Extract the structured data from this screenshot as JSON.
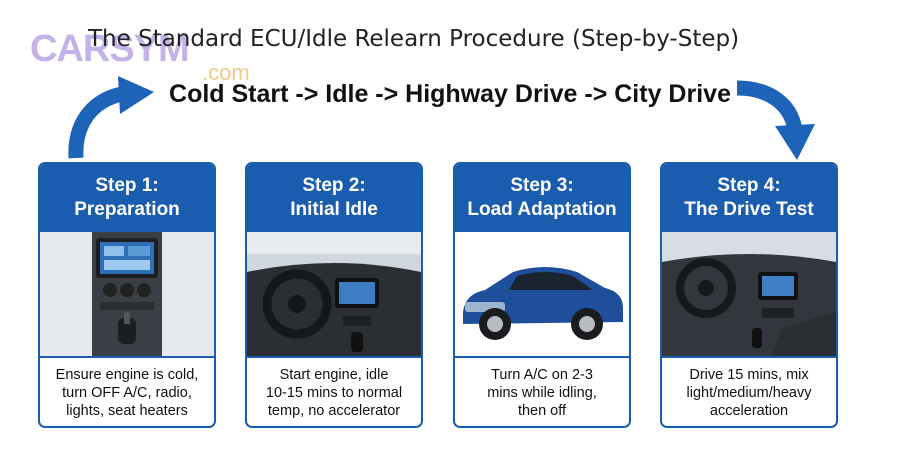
{
  "logo": {
    "text_main": "CARSYM",
    "text_sub": ".com"
  },
  "title": "The Standard ECU/Idle Relearn Procedure (Step-by-Step)",
  "sequence": "Cold Start -> Idle -> Highway Drive -> City Drive",
  "steps": [
    {
      "step": "Step 1:",
      "name": "Preparation",
      "image": "center-console",
      "lines": [
        "Ensure engine is cold,",
        "turn OFF A/C, radio,",
        "lights, seat heaters"
      ]
    },
    {
      "step": "Step 2:",
      "name": "Initial Idle",
      "image": "dashboard-steering-wheel",
      "lines": [
        "Start engine, idle",
        "10-15 mins to normal",
        "temp, no accelerator"
      ]
    },
    {
      "step": "Step 3:",
      "name": "Load Adaptation",
      "image": "blue-sedan",
      "lines": [
        "Turn A/C on 2-3",
        "mins while idling,",
        "then off"
      ]
    },
    {
      "step": "Step 4:",
      "name": "The Drive Test",
      "image": "car-interior",
      "lines": [
        "Drive 15 mins, mix",
        "light/medium/heavy",
        "acceleration"
      ]
    }
  ],
  "colors": {
    "accent": "#1a5cae",
    "arrow": "#1d63b8"
  }
}
